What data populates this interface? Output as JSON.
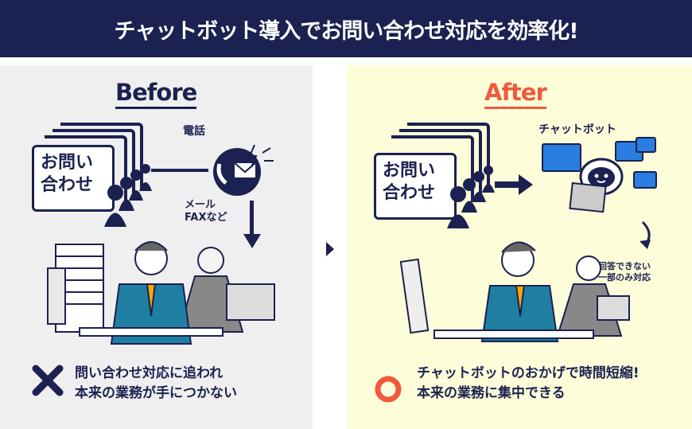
{
  "header": {
    "title": "チャットボット導入でお問い合わせ対応を効率化!"
  },
  "before": {
    "title": "Before",
    "card_line1": "お問い",
    "card_line2": "合わせ",
    "phone_label": "電話",
    "mail_label_line1": "メール",
    "mail_label_line2": "FAXなど",
    "result_icon": "cross-mark",
    "result_line1": "問い合わせ対応に追われ",
    "result_line2": "本来の業務が手につかない"
  },
  "after": {
    "title": "After",
    "card_line1": "お問い",
    "card_line2": "合わせ",
    "chatbot_label": "チャットボット",
    "partial_line1": "回答できない",
    "partial_line2": "一部のみ対応",
    "result_icon": "circle-mark",
    "result_line1": "チャットボットのおかげで時間短縮!",
    "result_line2": "本来の業務に集中できる"
  },
  "colors": {
    "navy": "#1b2150",
    "accent": "#f05a3c",
    "before_bg": "#efefef",
    "after_bg": "#fefdd9",
    "bubble": "#2a7de1",
    "suit": "#1f7fa3"
  }
}
